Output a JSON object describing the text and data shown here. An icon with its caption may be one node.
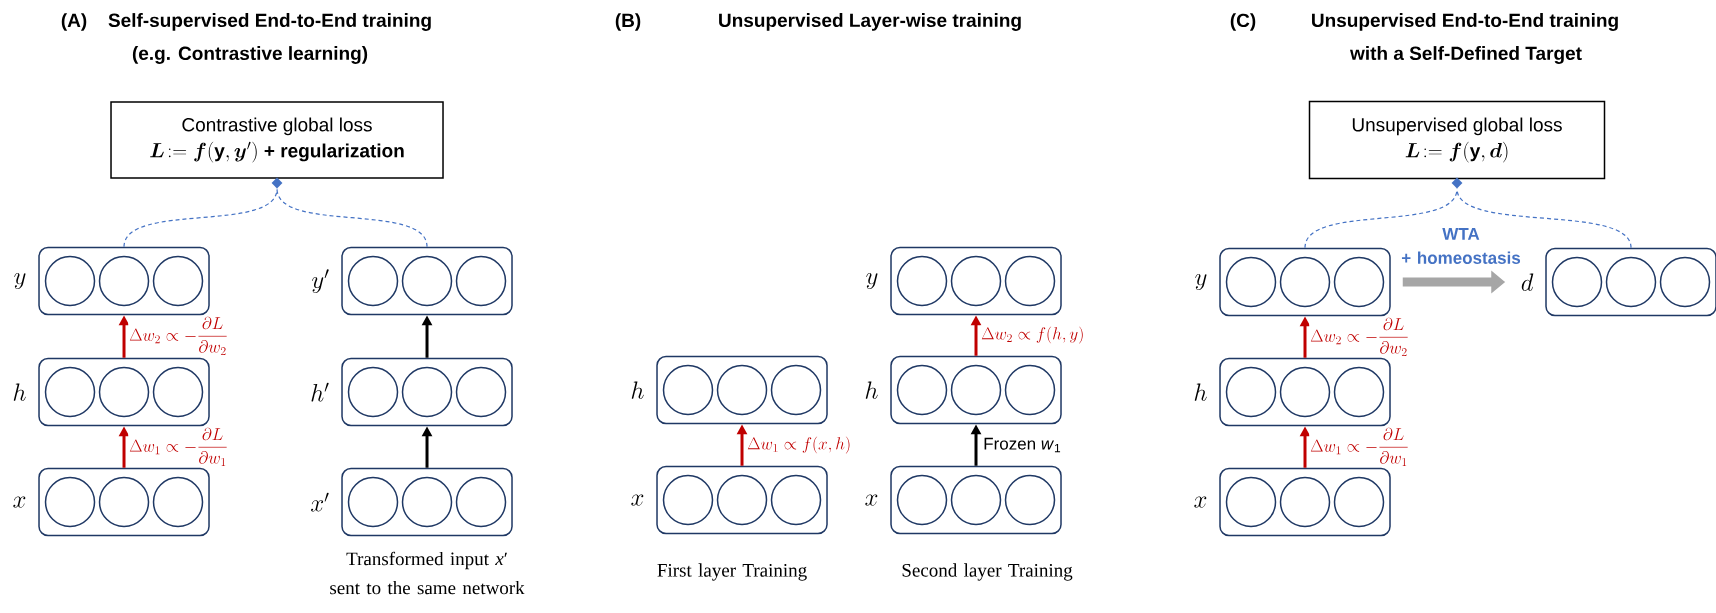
{
  "diagram": {
    "nodes": [
      {
        "text": [
          "Contrastive global loss",
          "\\boldsymbol{L}\\!:=\\boldsymbol{f}(\\mathbf{y},\\boldsymbol{y}')",
          "+ regularization"
        ]
      },
      {
        "text": [],
        "shape": "box",
        "beside": [
          "y"
        ]
      },
      {
        "text": [],
        "shape": "box",
        "beside": [
          "h"
        ]
      },
      {
        "text": [],
        "shape": "box",
        "beside": [
          "x"
        ]
      },
      {
        "text": [],
        "shape": "box",
        "beside": [
          "y'"
        ]
      },
      {
        "text": [],
        "shape": "box",
        "beside": [
          "h'"
        ]
      },
      {
        "text": [],
        "shape": "box",
        "beside": [
          "x'"
        ]
      },
      {
        "text": [],
        "shape": "box",
        "beside": [
          "h"
        ]
      },
      {
        "text": [],
        "shape": "box",
        "beside": [
          "x"
        ]
      },
      {
        "text": [],
        "shape": "box",
        "beside": [
          "y"
        ]
      },
      {
        "text": [],
        "shape": "box",
        "beside": [
          "h"
        ]
      },
      {
        "text": [],
        "shape": "box",
        "beside": [
          "x"
        ]
      },
      {
        "text": [
          "Unsupervised global loss",
          "\\boldsymbol{L}\\!:=\\boldsymbol{f}(\\mathbf{y},\\boldsymbol{d})"
        ]
      },
      {
        "text": [],
        "shape": "box",
        "beside": [
          "y"
        ]
      },
      {
        "text": [],
        "shape": "box",
        "beside": [
          "h"
        ]
      },
      {
        "text": [],
        "shape": "box",
        "beside": [
          "x"
        ]
      },
      {
        "text": [],
        "shape": "box",
        "beside": [
          "d"
        ]
      },
      {
        "text": [],
        "shape": "diamond"
      },
      {
        "text": [],
        "shape": "diamond"
      }
    ],
    "edges": [
      {
        "from": 1,
        "to": 17,
        "arrow": "none",
        "style": "dashed",
        "color": "#4472c4"
      },
      {
        "from": 4,
        "to": 17,
        "arrow": "none",
        "style": "dashed",
        "color": "#4472c4"
      },
      {
        "from": 3,
        "to": 2,
        "arrow": "to",
        "color": "#c00000",
        "label": "\\Delta w_1 \\propto -\\frac{\\partial L}{\\partial w_1}"
      },
      {
        "from": 2,
        "to": 1,
        "arrow": "to",
        "color": "#c00000",
        "label": "\\Delta w_2 \\propto -\\frac{\\partial L}{\\partial w_2}"
      },
      {
        "from": 6,
        "to": 5,
        "arrow": "to",
        "color": "#000000"
      },
      {
        "from": 5,
        "to": 4,
        "arrow": "to",
        "color": "#000000"
      },
      {
        "from": 8,
        "to": 7,
        "arrow": "to",
        "color": "#c00000",
        "label": "\\Delta w_1 \\propto f(x,h)"
      },
      {
        "from": 11,
        "to": 10,
        "arrow": "to",
        "color": "#000000",
        "label": "Frozen *w*$_{1}$"
      },
      {
        "from": 10,
        "to": 9,
        "arrow": "to",
        "color": "#c00000",
        "label": "\\Delta w_2 \\propto f(h,y)"
      },
      {
        "from": 13,
        "to": 18,
        "arrow": "none",
        "style": "dashed",
        "color": "#4472c4"
      },
      {
        "from": 16,
        "to": 18,
        "arrow": "none",
        "style": "dashed",
        "color": "#4472c4"
      },
      {
        "from": 15,
        "to": 14,
        "arrow": "to",
        "color": "#c00000",
        "label": "\\Delta w_1 \\propto -\\frac{\\partial L}{\\partial w_1}"
      },
      {
        "from": 14,
        "to": 13,
        "arrow": "to",
        "color": "#c00000",
        "label": "\\Delta w_2 \\propto -\\frac{\\partial L}{\\partial w_2}"
      },
      {
        "from": 13,
        "to": 16,
        "arrow": "to",
        "style": "thick",
        "color": "#a6a6a6",
        "label": "WTA + homeostasis"
      }
    ],
    "labels": [
      "(A)",
      "Self-supervised End-to-End training",
      "(e.g. Contrastive learning)",
      "(B)",
      "Unsupervised Layer-wise training",
      "(C)",
      "Unsupervised End-to-End training",
      "with a Self-Defined Target",
      "Transformed input *x*′ sent to the same network",
      "First layer Training",
      "Second layer Training"
    ]
  }
}
